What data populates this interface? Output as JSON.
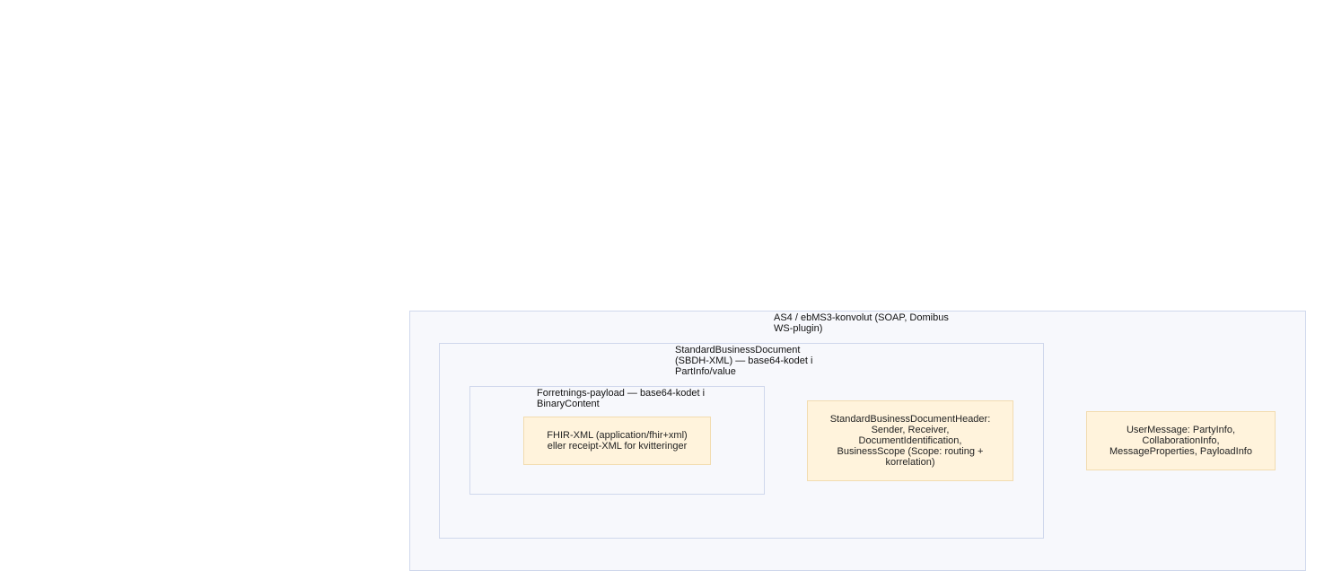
{
  "diagram": {
    "clusters": {
      "as4": {
        "label": "AS4 / ebMS3-konvolut (SOAP, Domibus\nWS-plugin)"
      },
      "sbd": {
        "label": "StandardBusinessDocument\n(SBDH-XML) — base64-kodet i\nPartInfo/value"
      },
      "payload": {
        "label": "Forretnings-payload — base64-kodet i\nBinaryContent"
      }
    },
    "nodes": {
      "fhir": {
        "label": "FHIR-XML (application/fhir+xml)\neller receipt-XML for kvitteringer"
      },
      "sbdh": {
        "label": "StandardBusinessDocumentHeader:\nSender, Receiver,\nDocumentIdentification,\nBusinessScope (Scope: routing +\nkorrelation)"
      },
      "usermessage": {
        "label": "UserMessage: PartyInfo,\nCollaborationInfo,\nMessageProperties, PayloadInfo"
      }
    },
    "colors": {
      "cluster_fill": "#f7f8fc",
      "cluster_border": "#d0d8ec",
      "node_fill": "#fff3dc",
      "node_border": "#f2dcb0"
    }
  }
}
